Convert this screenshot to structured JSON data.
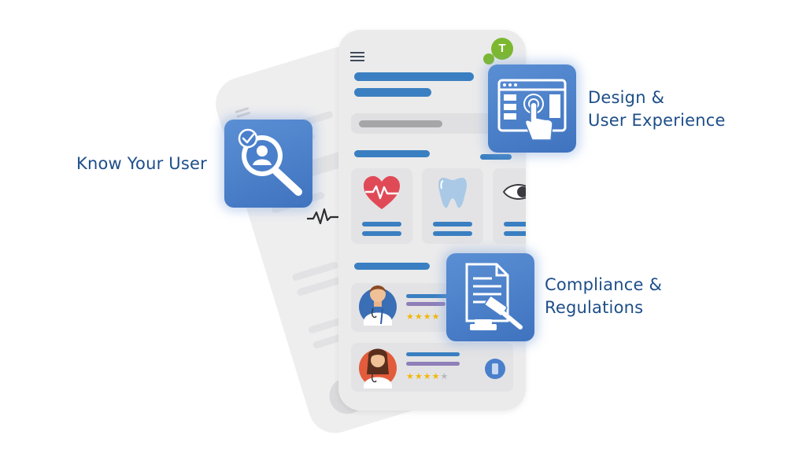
{
  "labels": {
    "know_user": "Know Your User",
    "design_1": "Design &",
    "design_2": "User Experience",
    "compliance_1": "Compliance &",
    "compliance_2": "Regulations"
  },
  "app": {
    "avatar_letter": "T",
    "services": [
      {
        "icon": "heart-pulse-icon"
      },
      {
        "icon": "tooth-icon"
      },
      {
        "icon": "eye-icon"
      }
    ],
    "doctors": [
      {
        "icon": "male-doctor-avatar",
        "rating": 4,
        "max_rating": 5
      },
      {
        "icon": "female-doctor-avatar",
        "rating": 4,
        "max_rating": 5
      }
    ]
  },
  "colors": {
    "brand_text": "#1d4e89",
    "accent_blue": "#3a7fc1",
    "tile_blue": "#4a7fcb",
    "avatar_green": "#7cb82f",
    "heart_red": "#e04a57",
    "star": "#f2b705"
  },
  "icons": {
    "know_user": "user-search-icon",
    "design": "browser-touch-icon",
    "compliance": "document-gavel-icon"
  }
}
